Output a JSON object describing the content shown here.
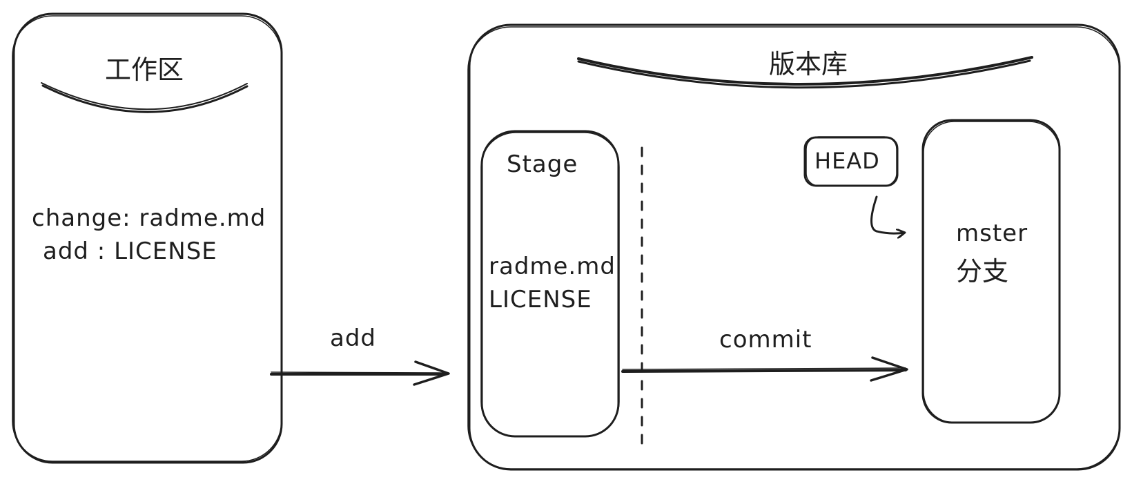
{
  "workspace": {
    "title": "工作区",
    "lines": [
      "change: radme.md",
      "add : LICENSE"
    ]
  },
  "repository": {
    "title": "版本库"
  },
  "stage": {
    "title": "Stage",
    "files": [
      "radme.md",
      "LICENSE"
    ]
  },
  "head": {
    "label": "HEAD"
  },
  "branch": {
    "line1": "mster",
    "line2": "分支"
  },
  "arrows": {
    "add": "add",
    "commit": "commit"
  },
  "colors": {
    "stroke": "#1e1e1e",
    "background": "#ffffff"
  }
}
